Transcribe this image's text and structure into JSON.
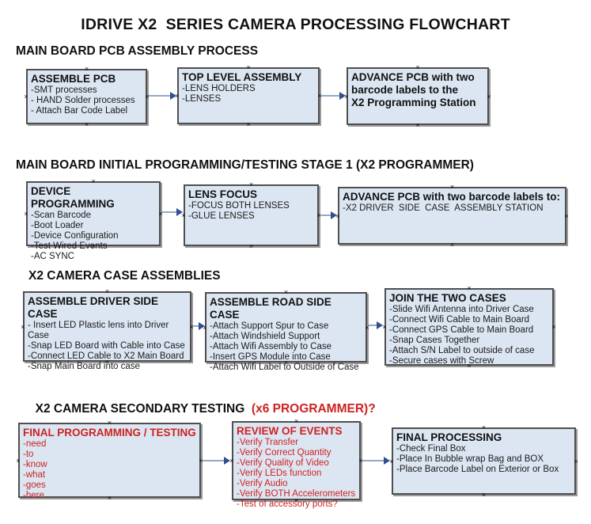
{
  "title": "IDRIVE X2  SERIES CAMERA PROCESSING FLOWCHART",
  "colors": {
    "box_fill": "#dce6f2",
    "box_border": "#4f4f4f",
    "arrow_line": "#93a9c4",
    "arrow_head": "#2f4f92",
    "red": "#cc2222"
  },
  "sections": [
    {
      "header": "MAIN BOARD PCB ASSEMBLY PROCESS",
      "boxes": [
        {
          "title": "ASSEMBLE PCB",
          "items": [
            "-SMT processes",
            "- HAND Solder processes",
            "- Attach Bar Code Label"
          ]
        },
        {
          "title": "TOP LEVEL ASSEMBLY",
          "items": [
            "-LENS HOLDERS",
            "-LENSES"
          ]
        },
        {
          "title": "ADVANCE PCB with two\nbarcode labels to the\nX2 Programming Station",
          "items": []
        }
      ]
    },
    {
      "header": "MAIN BOARD INITIAL PROGRAMMING/TESTING STAGE 1 (X2 PROGRAMMER)",
      "boxes": [
        {
          "title": "DEVICE PROGRAMMING",
          "items": [
            "-Scan Barcode",
            "-Boot Loader",
            "-Device Configuration",
            "-Test Wired Events",
            "-AC SYNC"
          ]
        },
        {
          "title": "LENS FOCUS",
          "items": [
            "-FOCUS BOTH LENSES",
            "-GLUE LENSES"
          ]
        },
        {
          "title": "ADVANCE PCB with two barcode labels to:",
          "items": [
            "-X2 DRIVER  SIDE  CASE  ASSEMBLY STATION"
          ]
        }
      ]
    },
    {
      "header": "X2 CAMERA CASE ASSEMBLIES",
      "boxes": [
        {
          "title": "ASSEMBLE DRIVER SIDE CASE",
          "items": [
            "- Insert LED Plastic lens into Driver Case",
            "-Snap LED Board with Cable into Case",
            "-Connect LED Cable to X2 Main Board",
            "-Snap Main Board into case"
          ]
        },
        {
          "title": "ASSEMBLE ROAD SIDE CASE",
          "items": [
            "-Attach Support Spur to Case",
            "-Attach Windshield Support",
            "-Attach Wifi Assembly to Case",
            "-Insert GPS Module into Case",
            "-Attach Wifi Label to Outside of Case"
          ]
        },
        {
          "title": "JOIN THE TWO CASES",
          "items": [
            "-Slide Wifi Antenna into Driver Case",
            "-Connect Wifi Cable to Main Board",
            "-Connect GPS Cable to Main Board",
            "-Snap Cases Together",
            "-Attach S/N Label to outside of case",
            "-Secure cases with Screw"
          ]
        }
      ]
    },
    {
      "header": "X2 CAMERA SECONDARY TESTING ",
      "header_red": " (x6 PROGRAMMER)?",
      "boxes": [
        {
          "title": "FINAL PROGRAMMING / TESTING",
          "items": [
            "-need",
            "-to",
            "-know",
            "-what",
            "-goes",
            "-here"
          ]
        },
        {
          "title": "REVIEW OF EVENTS",
          "items": [
            "-Verify Transfer",
            "-Verify Correct Quantity",
            "-Verify Quality of Video",
            "-Verify LEDs function",
            "-Verify Audio",
            "-Verify BOTH Accelerometers",
            "-Test of accessory ports?"
          ]
        },
        {
          "title": "FINAL PROCESSING",
          "items": [
            "-Check Final Box",
            "-Place In Bubble wrap Bag and BOX",
            "-Place Barcode Label on Exterior or Box"
          ]
        }
      ]
    }
  ]
}
